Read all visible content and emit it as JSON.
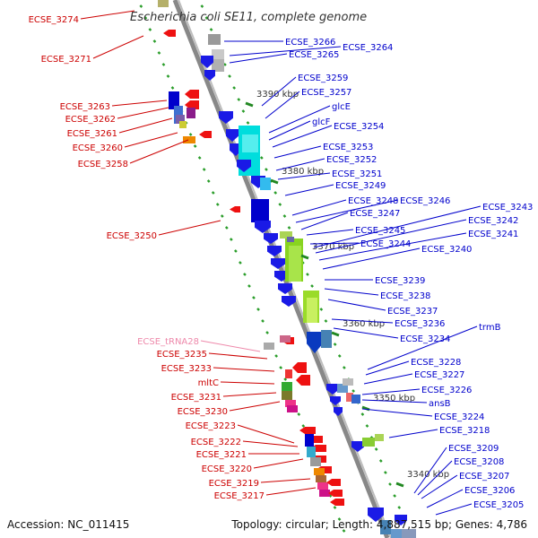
{
  "title": "Escherichia coli SE11, complete genome",
  "accession": "Accession: NC_011415",
  "topology": "Topology: circular; Length: 4,887,515 bp; Genes: 4,786",
  "colors": {
    "forward_label": "#0000cc",
    "reverse_label": "#cc0000",
    "trna_label": "#ee88aa",
    "ruler_tick": "#228822",
    "axis": "#888888"
  },
  "ruler": [
    "3390 kbp",
    "3380 kbp",
    "3370 kbp",
    "3360 kbp",
    "3350 kbp",
    "3340 kbp"
  ],
  "left_labels": [
    {
      "text": "ECSE_3274",
      "type": "gene"
    },
    {
      "text": "ECSE_3271",
      "type": "gene"
    },
    {
      "text": "ECSE_3263",
      "type": "gene"
    },
    {
      "text": "ECSE_3262",
      "type": "gene"
    },
    {
      "text": "ECSE_3261",
      "type": "gene"
    },
    {
      "text": "ECSE_3260",
      "type": "gene"
    },
    {
      "text": "ECSE_3258",
      "type": "gene"
    },
    {
      "text": "ECSE_3250",
      "type": "gene"
    },
    {
      "text": "ECSE_tRNA28",
      "type": "trna"
    },
    {
      "text": "ECSE_3235",
      "type": "gene"
    },
    {
      "text": "ECSE_3233",
      "type": "gene"
    },
    {
      "text": "mltC",
      "type": "gene"
    },
    {
      "text": "ECSE_3231",
      "type": "gene"
    },
    {
      "text": "ECSE_3230",
      "type": "gene"
    },
    {
      "text": "ECSE_3223",
      "type": "gene"
    },
    {
      "text": "ECSE_3222",
      "type": "gene"
    },
    {
      "text": "ECSE_3221",
      "type": "gene"
    },
    {
      "text": "ECSE_3220",
      "type": "gene"
    },
    {
      "text": "ECSE_3219",
      "type": "gene"
    },
    {
      "text": "ECSE_3217",
      "type": "gene"
    }
  ],
  "right_labels": [
    "ECSE_3266",
    "ECSE_3264",
    "ECSE_3265",
    "ECSE_3259",
    "ECSE_3257",
    "glcE",
    "glcF",
    "ECSE_3254",
    "ECSE_3253",
    "ECSE_3252",
    "ECSE_3251",
    "ECSE_3249",
    "ECSE_3248",
    "ECSE_3246",
    "ECSE_3247",
    "ECSE_3243",
    "ECSE_3242",
    "ECSE_3245",
    "ECSE_3241",
    "ECSE_3244",
    "ECSE_3240",
    "ECSE_3239",
    "ECSE_3238",
    "ECSE_3237",
    "trmB",
    "ECSE_3236",
    "ECSE_3234",
    "ECSE_3228",
    "ECSE_3227",
    "ECSE_3226",
    "ansB",
    "ECSE_3224",
    "ECSE_3218",
    "ECSE_3209",
    "ECSE_3208",
    "ECSE_3207",
    "ECSE_3206",
    "ECSE_3205"
  ]
}
